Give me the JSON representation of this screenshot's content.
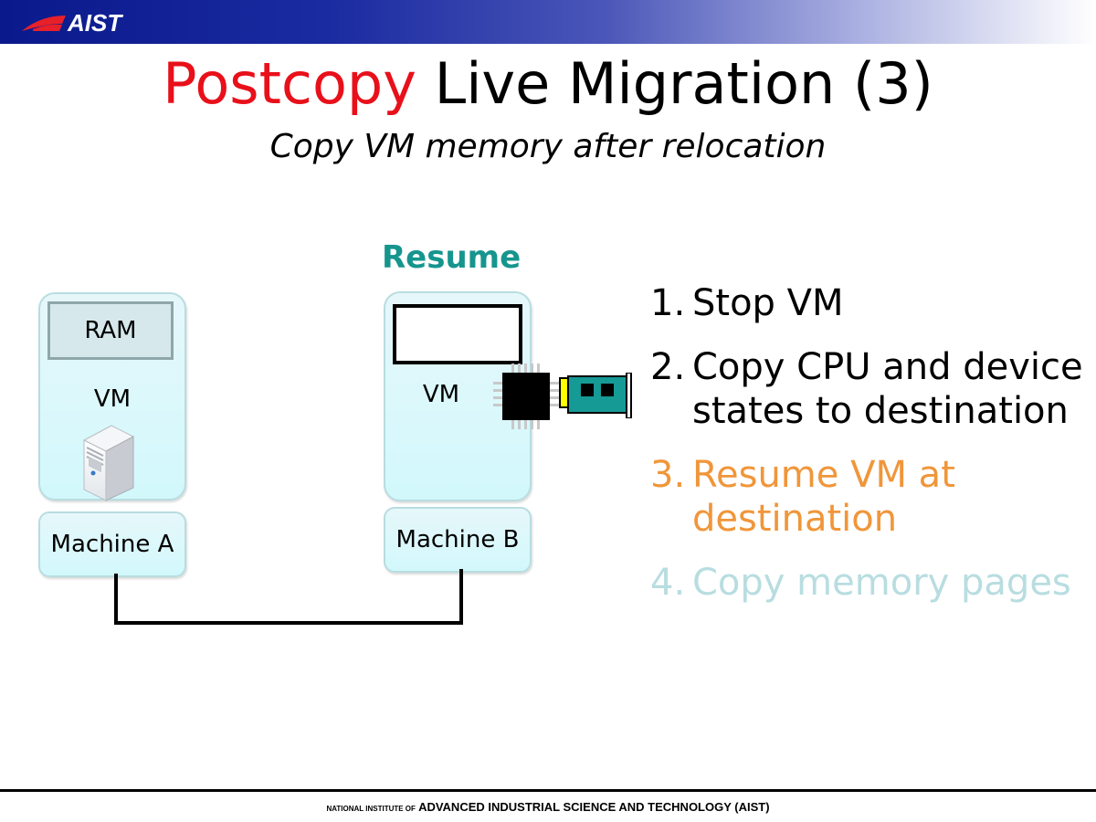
{
  "header": {
    "logo_text": "AIST"
  },
  "slide": {
    "title_highlight": "Postcopy",
    "title_rest": " Live Migration (3)",
    "subtitle": "Copy VM memory after relocation",
    "status_label": "Resume"
  },
  "diagram": {
    "machine_a": {
      "ram_label": "RAM",
      "vm_label": "VM",
      "name": "Machine A"
    },
    "machine_b": {
      "vm_label": "VM",
      "name": "Machine B"
    }
  },
  "steps": [
    {
      "num": "1.",
      "text": "Stop VM",
      "color": "#000000"
    },
    {
      "num": "2.",
      "text": "Copy CPU and device states to destination",
      "color": "#000000"
    },
    {
      "num": "3.",
      "text": "Resume VM at destination",
      "color": "#f0963a"
    },
    {
      "num": "4.",
      "text": "Copy memory pages",
      "color": "#b8dde0"
    }
  ],
  "colors": {
    "title_red": "#e8101a",
    "resume_teal": "#16958e",
    "nic_teal": "#169a96",
    "nic_yellow": "#ffff00"
  },
  "footer": {
    "prefix": "NATIONAL INSTITUTE OF",
    "main": "ADVANCED INDUSTRIAL SCIENCE AND TECHNOLOGY (AIST)"
  }
}
